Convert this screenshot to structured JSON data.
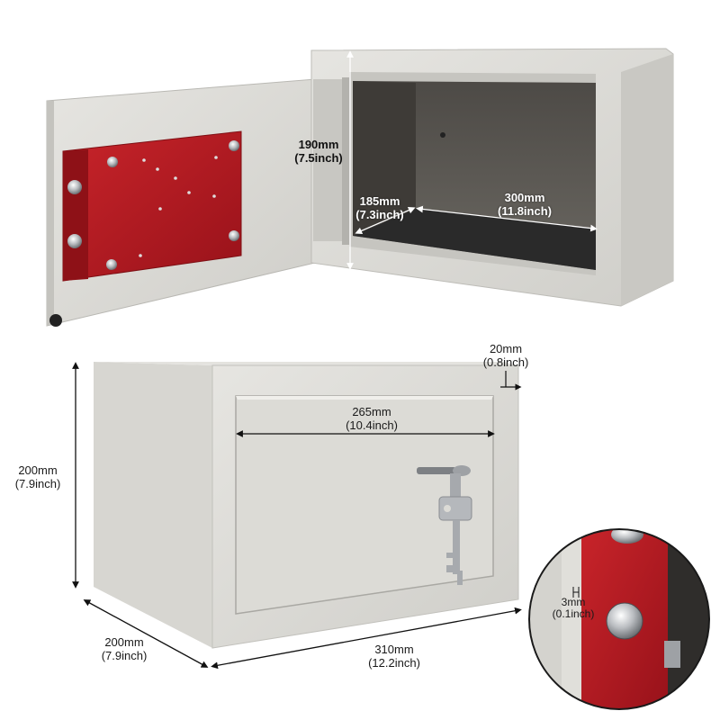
{
  "colors": {
    "safe_body": "#dcdbd6",
    "safe_interior": "#55524d",
    "lock_plate": "#b3181d",
    "carpet": "#2b2b2b",
    "dimension_line": "#111111"
  },
  "dimensions": {
    "interior_height": {
      "mm": "190mm",
      "inch": "(7.5inch)"
    },
    "interior_depth": {
      "mm": "185mm",
      "inch": "(7.3inch)"
    },
    "interior_width": {
      "mm": "300mm",
      "inch": "(11.8inch)"
    },
    "door_thickness": {
      "mm": "20mm",
      "inch": "(0.8inch)"
    },
    "door_width": {
      "mm": "265mm",
      "inch": "(10.4inch)"
    },
    "exterior_height": {
      "mm": "200mm",
      "inch": "(7.9inch)"
    },
    "exterior_depth": {
      "mm": "200mm",
      "inch": "(7.9inch)"
    },
    "exterior_width": {
      "mm": "310mm",
      "inch": "(12.2inch)"
    },
    "bolt_diameter": {
      "symbol": "H",
      "mm": "3mm",
      "inch": "(0.1inch)"
    }
  },
  "icons": [
    "key-icon",
    "bolt-icon",
    "screw-icon"
  ]
}
